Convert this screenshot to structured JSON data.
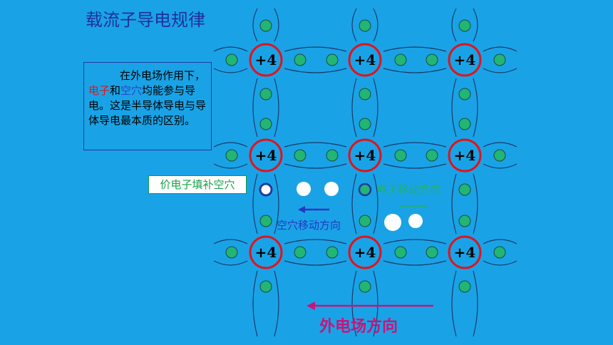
{
  "title": "载流子导电规律",
  "note": {
    "prefix": "在外电场作用下，",
    "electron": "电子",
    "and": "和",
    "hole": "空穴",
    "suffix": "均能参与导电。这是半导体导电与导体导电最本质的区别。"
  },
  "fill_label": "价电子填补空穴",
  "hole_direction_label": "空穴移动方向",
  "electron_direction_label": "电子移动方向",
  "field_label": "外电场方向",
  "atom_label": "+4",
  "colors": {
    "background": "#19a3e6",
    "atom_ring": "#e0141e",
    "electron": "#22b573",
    "hole": "#ffffff",
    "field_arrow": "#c8147a",
    "hole_arrow": "#2437c2",
    "electron_arrow": "#1fb070"
  }
}
